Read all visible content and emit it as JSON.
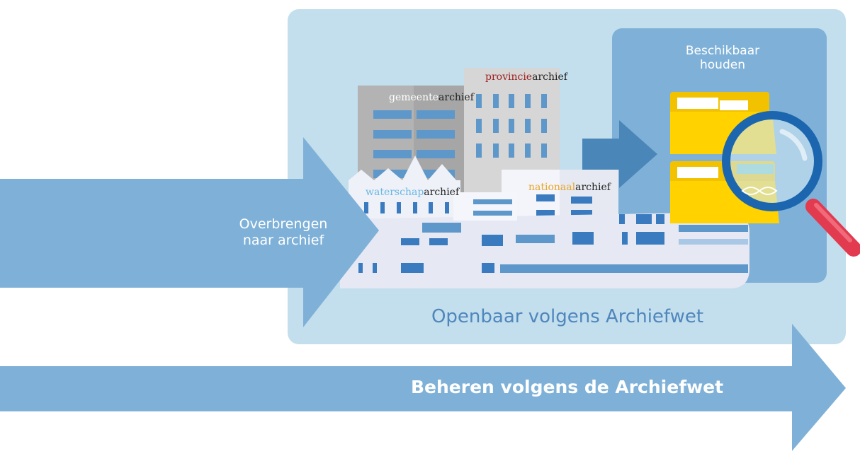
{
  "panel": {
    "title": "Openbaar volgens Archiefwet"
  },
  "beschikbaar": {
    "line1": "Beschikbaar",
    "line2": "houden"
  },
  "overbrengen": {
    "line1": "Overbrengen",
    "line2": "naar archief"
  },
  "bottom_arrow": {
    "label": "Beheren volgens de Archiefwet"
  },
  "buildings": {
    "gemeente": {
      "prefix": "gemeente",
      "suffix": "archief"
    },
    "provincie": {
      "prefix": "provincie",
      "suffix": "archief"
    },
    "waterschap": {
      "prefix": "waterschap",
      "suffix": "archief"
    },
    "nationaal": {
      "prefix": "nationaal",
      "suffix": "archief"
    }
  },
  "colors": {
    "panel_bg": "#c3deec",
    "inner_panel": "#7fb1d8",
    "arrow": "#7fb1d8",
    "accent_arrow": "#4a87b8",
    "folder": "#ffd200",
    "magnifier_ring": "#1b66ae",
    "magnifier_handle": "#e23a4f"
  }
}
